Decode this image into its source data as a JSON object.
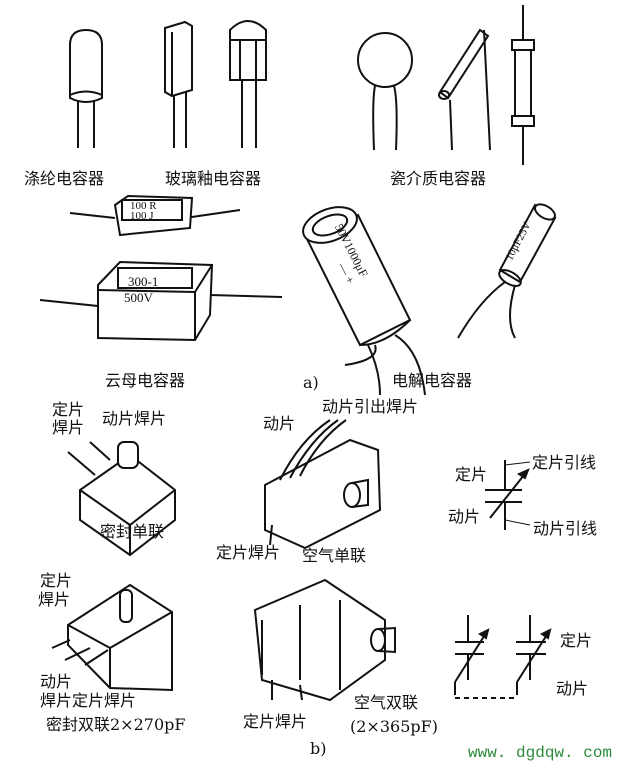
{
  "part_a": {
    "polyester": "涤纶电容器",
    "glass_glaze": "玻璃釉电容器",
    "ceramic": "瓷介质电容器",
    "mica": "云母电容器",
    "mica_small_mark1": "100 R",
    "mica_small_mark2": "100 J",
    "mica_large_mark1": "300-1",
    "mica_large_mark2": "500V",
    "electrolytic": "电解电容器",
    "electrolytic_large_mark": "50V1000μF",
    "electrolytic_polarity": "— +",
    "electrolytic_small_mark": "10μF25V",
    "caption": "a)"
  },
  "part_b": {
    "sealed_single": {
      "stator_tab_1": "定片",
      "stator_tab_2": "焊片",
      "rotor_tab": "动片焊片",
      "title": "密封单联"
    },
    "air_single": {
      "rotor_lead_tab": "动片引出焊片",
      "rotor": "动片",
      "stator_tab": "定片焊片",
      "title": "空气单联"
    },
    "symbol_single": {
      "stator": "定片",
      "stator_lead": "定片引线",
      "rotor": "动片",
      "rotor_lead": "动片引线"
    },
    "sealed_dual": {
      "stator_tab_1": "定片",
      "stator_tab_2": "焊片",
      "rotor_tab_1": "动片",
      "rotor_tab_2": "焊片",
      "stator_tab": "定片焊片",
      "title": "密封双联2×270pF"
    },
    "air_dual": {
      "stator_tab": "定片焊片",
      "title": "空气双联",
      "spec": "(2×365pF)"
    },
    "symbol_dual": {
      "stator": "定片",
      "rotor": "动片"
    },
    "caption": "b)"
  },
  "watermark": "www. dgdqw. com",
  "colors": {
    "ink": "#111111",
    "watermark": "#2e8b3e"
  }
}
